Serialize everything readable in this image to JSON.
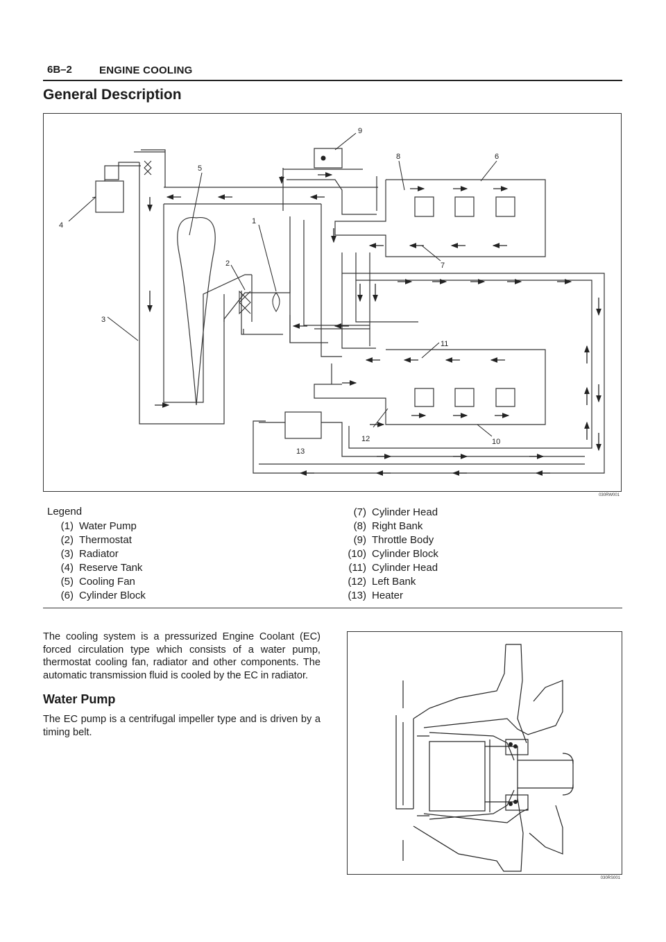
{
  "header": {
    "page_number": "6B–2",
    "section": "ENGINE COOLING"
  },
  "page_title": "General Description",
  "figure1": {
    "code": "030RW001",
    "callouts": [
      "1",
      "2",
      "3",
      "4",
      "5",
      "6",
      "7",
      "8",
      "9",
      "10",
      "11",
      "12",
      "13"
    ]
  },
  "legend": {
    "title": "Legend",
    "items": [
      {
        "num": "(1)",
        "label": "Water Pump"
      },
      {
        "num": "(2)",
        "label": "Thermostat"
      },
      {
        "num": "(3)",
        "label": "Radiator"
      },
      {
        "num": "(4)",
        "label": "Reserve Tank"
      },
      {
        "num": "(5)",
        "label": "Cooling Fan"
      },
      {
        "num": "(6)",
        "label": "Cylinder Block"
      },
      {
        "num": "(7)",
        "label": "Cylinder Head"
      },
      {
        "num": "(8)",
        "label": "Right Bank"
      },
      {
        "num": "(9)",
        "label": "Throttle Body"
      },
      {
        "num": "(10)",
        "label": "Cylinder Block"
      },
      {
        "num": "(11)",
        "label": "Cylinder Head"
      },
      {
        "num": "(12)",
        "label": "Left Bank"
      },
      {
        "num": "(13)",
        "label": "Heater"
      }
    ]
  },
  "intro_paragraph": "The cooling system is a pressurized Engine Coolant (EC) forced circulation type which consists of a water pump, thermostat cooling fan, radiator and other components. The automatic transmission fluid is cooled by the EC in radiator.",
  "water_pump": {
    "heading": "Water Pump",
    "paragraph": "The EC pump is a centrifugal impeller type and is driven by a timing belt."
  },
  "figure2": {
    "code": "030RS001"
  }
}
